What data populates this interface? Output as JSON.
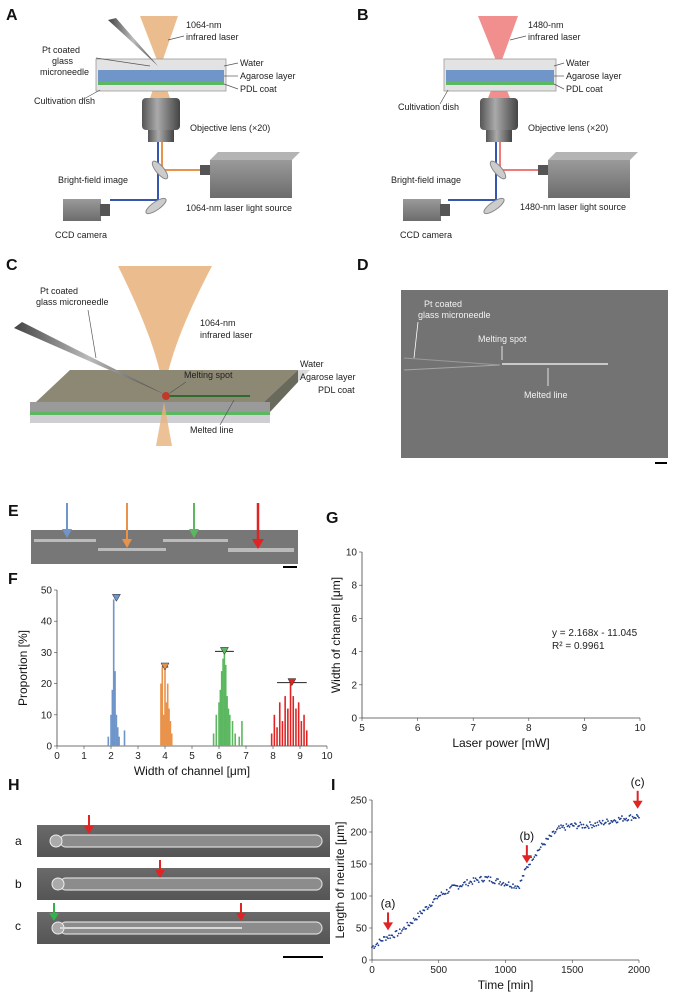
{
  "panels": {
    "A": "A",
    "B": "B",
    "C": "C",
    "D": "D",
    "E": "E",
    "F": "F",
    "G": "G",
    "H": "H",
    "I": "I"
  },
  "panel_a": {
    "laser": "1064-nm",
    "laser2": "infrared laser",
    "needle1": "Pt coated",
    "needle2": "glass",
    "needle3": "microneedle",
    "water": "Water",
    "agarose": "Agarose layer",
    "pdl": "PDL coat",
    "dish": "Cultivation dish",
    "objective": "Objective lens (×20)",
    "brightfield": "Bright-field image",
    "source": "1064-nm laser light source",
    "ccd": "CCD camera"
  },
  "panel_b": {
    "laser": "1480-nm",
    "laser2": "infrared laser",
    "water": "Water",
    "agarose": "Agarose layer",
    "pdl": "PDL coat",
    "dish": "Cultivation dish",
    "objective": "Objective lens (×20)",
    "brightfield": "Bright-field image",
    "source": "1480-nm laser light source",
    "ccd": "CCD camera"
  },
  "panel_c": {
    "needle1": "Pt coated",
    "needle2": "glass microneedle",
    "laser1": "1064-nm",
    "laser2": "infrared laser",
    "melt": "Melting spot",
    "water": "Water",
    "agarose": "Agarose layer",
    "pdl": "PDL coat",
    "line": "Melted line"
  },
  "panel_d": {
    "needle1": "Pt coated",
    "needle2": "glass microneedle",
    "melt": "Melting spot",
    "line": "Melted line"
  },
  "colors": {
    "blue": "#6f95c9",
    "orange": "#e8924a",
    "green": "#5cb860",
    "red": "#e02424",
    "laser1064": "#e7b27a",
    "laser1480": "#ef7a7a",
    "series_i": "#1f3f8f"
  },
  "panel_h": {
    "row_a": "a",
    "row_b": "b",
    "row_c": "c"
  },
  "panel_i": {
    "a": "(a)",
    "b": "(b)",
    "c": "(c)"
  },
  "chart_data": [
    {
      "id": "F",
      "type": "bar",
      "xlabel": "Width of channel [μm]",
      "ylabel": "Proportion [%]",
      "xlim": [
        0,
        10
      ],
      "ylim": [
        0,
        50
      ],
      "xticks": [
        0,
        1,
        2,
        3,
        4,
        5,
        6,
        7,
        8,
        9,
        10
      ],
      "yticks": [
        0,
        10,
        20,
        30,
        40,
        50
      ],
      "series": [
        {
          "color": "#6f95c9",
          "peak_mean": 2.2,
          "peak_sd": 0.06,
          "points": [
            [
              1.9,
              3
            ],
            [
              2.0,
              10
            ],
            [
              2.05,
              18
            ],
            [
              2.1,
              47
            ],
            [
              2.15,
              24
            ],
            [
              2.2,
              10
            ],
            [
              2.25,
              6
            ],
            [
              2.3,
              3
            ],
            [
              2.5,
              5
            ]
          ]
        },
        {
          "color": "#e8924a",
          "peak_mean": 4.0,
          "peak_sd": 0.12,
          "points": [
            [
              3.85,
              20
            ],
            [
              3.9,
              25
            ],
            [
              3.95,
              10
            ],
            [
              4.0,
              25
            ],
            [
              4.05,
              14
            ],
            [
              4.1,
              20
            ],
            [
              4.15,
              12
            ],
            [
              4.2,
              8
            ],
            [
              4.25,
              4
            ]
          ]
        },
        {
          "color": "#5cb860",
          "peak_mean": 6.2,
          "peak_sd": 0.35,
          "points": [
            [
              5.8,
              4
            ],
            [
              5.9,
              10
            ],
            [
              6.0,
              14
            ],
            [
              6.05,
              18
            ],
            [
              6.1,
              24
            ],
            [
              6.15,
              28
            ],
            [
              6.2,
              30
            ],
            [
              6.25,
              26
            ],
            [
              6.3,
              16
            ],
            [
              6.35,
              12
            ],
            [
              6.4,
              10
            ],
            [
              6.5,
              8
            ],
            [
              6.6,
              4
            ],
            [
              6.75,
              3
            ],
            [
              6.85,
              8
            ]
          ]
        },
        {
          "color": "#e02424",
          "peak_mean": 8.7,
          "peak_sd": 0.55,
          "points": [
            [
              7.95,
              4
            ],
            [
              8.05,
              10
            ],
            [
              8.15,
              6
            ],
            [
              8.25,
              14
            ],
            [
              8.35,
              8
            ],
            [
              8.45,
              16
            ],
            [
              8.55,
              12
            ],
            [
              8.65,
              20
            ],
            [
              8.75,
              16
            ],
            [
              8.85,
              12
            ],
            [
              8.95,
              14
            ],
            [
              9.05,
              8
            ],
            [
              9.15,
              10
            ],
            [
              9.25,
              5
            ]
          ]
        }
      ]
    },
    {
      "id": "G",
      "type": "scatter",
      "xlabel": "Laser power [mW]",
      "ylabel": "Width of channel [μm]",
      "xlim": [
        5,
        10
      ],
      "ylim": [
        0,
        10
      ],
      "xticks": [
        5,
        6,
        7,
        8,
        9,
        10
      ],
      "yticks": [
        0,
        2,
        4,
        6,
        8,
        10
      ],
      "equation": "y = 2.168x - 11.045",
      "r2": "R² = 0.9961"
    },
    {
      "id": "I",
      "type": "scatter",
      "xlabel": "Time [min]",
      "ylabel": "Length of neurite [μm]",
      "xlim": [
        0,
        2000
      ],
      "ylim": [
        0,
        250
      ],
      "xticks": [
        0,
        500,
        1000,
        1500,
        2000
      ],
      "yticks": [
        0,
        50,
        100,
        150,
        200,
        250
      ],
      "trend": [
        [
          0,
          20
        ],
        [
          100,
          35
        ],
        [
          200,
          42
        ],
        [
          300,
          60
        ],
        [
          400,
          80
        ],
        [
          500,
          100
        ],
        [
          600,
          112
        ],
        [
          700,
          120
        ],
        [
          850,
          128
        ],
        [
          1000,
          120
        ],
        [
          1100,
          115
        ],
        [
          1150,
          140
        ],
        [
          1200,
          160
        ],
        [
          1300,
          185
        ],
        [
          1400,
          205
        ],
        [
          1500,
          210
        ],
        [
          1600,
          210
        ],
        [
          1700,
          213
        ],
        [
          1800,
          218
        ],
        [
          1900,
          222
        ],
        [
          2000,
          225
        ]
      ],
      "markers": [
        {
          "label": "(a)",
          "x": 120,
          "y": 40
        },
        {
          "label": "(b)",
          "x": 1160,
          "y": 145
        },
        {
          "label": "(c)",
          "x": 1990,
          "y": 230
        }
      ]
    }
  ]
}
